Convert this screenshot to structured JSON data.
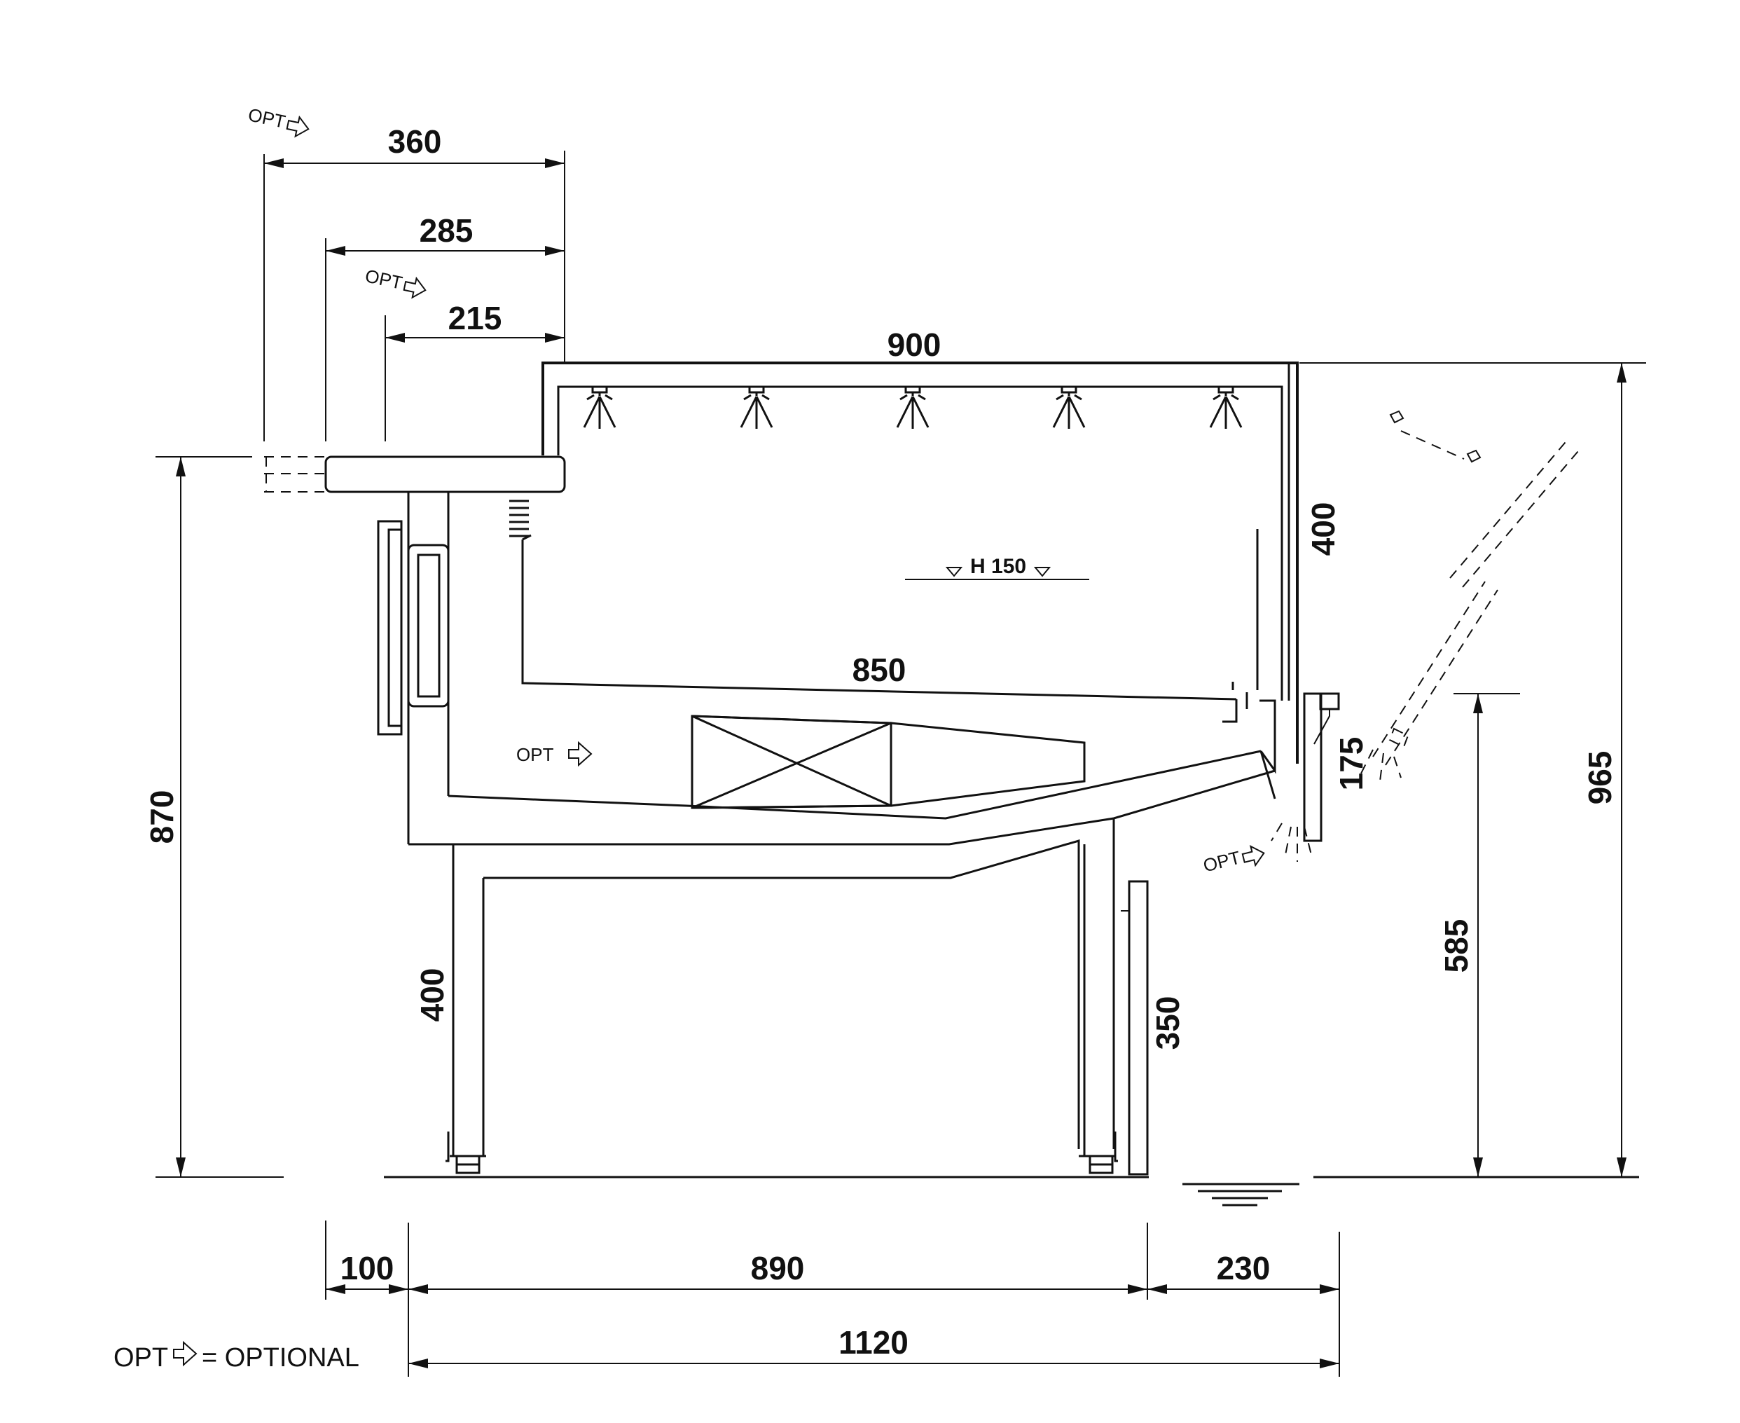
{
  "dimensions": {
    "top_360": "360",
    "top_285": "285",
    "top_215": "215",
    "canopy_900": "900",
    "tray_850": "850",
    "glass_400": "400",
    "overall_965": "965",
    "side_870": "870",
    "right_585": "585",
    "light_175": "175",
    "leg_400": "400",
    "panel_350": "350",
    "bottom_100": "100",
    "bottom_890": "890",
    "bottom_230": "230",
    "bottom_1120": "1120"
  },
  "labels": {
    "product_height": "H 150",
    "opt": "OPT",
    "legend_equals": "= OPTIONAL"
  },
  "icons": [
    "optional-arrow-icon",
    "ground-symbol-icon",
    "spotlight-icon",
    "fan-coil-icon"
  ],
  "colors": {
    "line": "#111111",
    "background": "#ffffff"
  }
}
